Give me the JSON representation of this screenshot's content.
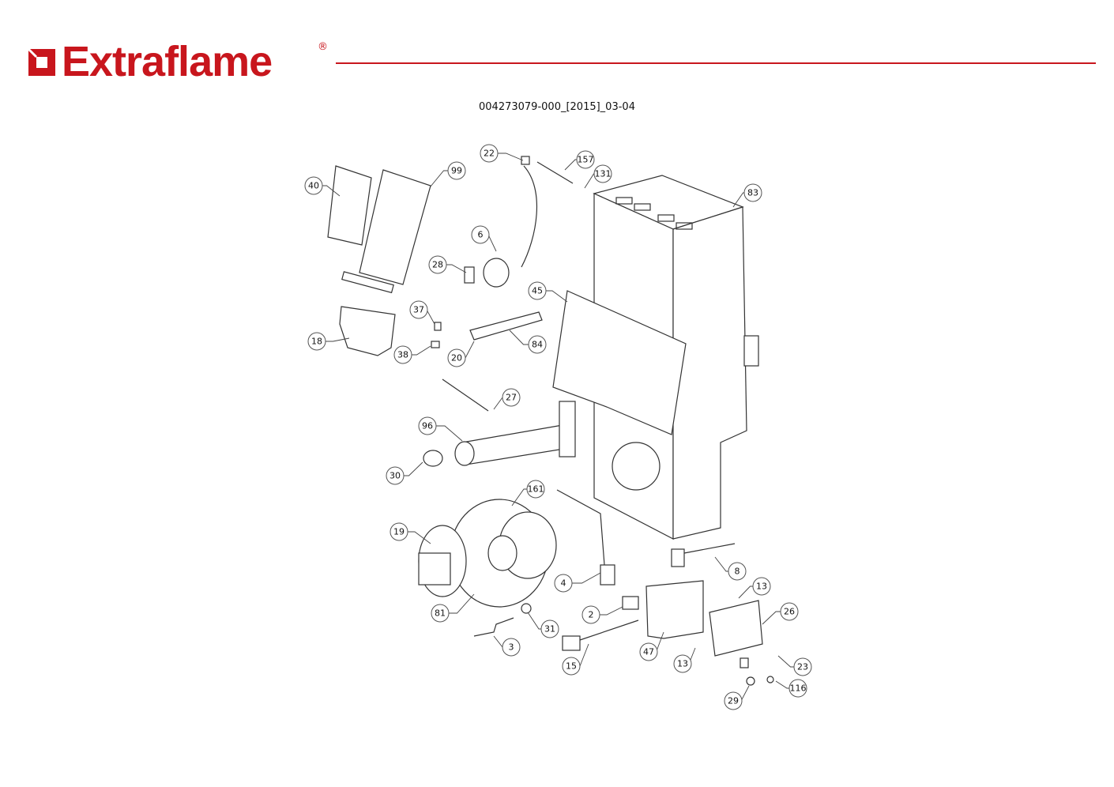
{
  "header": {
    "brand": "Extraflame",
    "registered_mark": "®",
    "brand_color": "#c8161d",
    "document_code": "004273079-000_[2015]_03-04"
  },
  "diagram": {
    "callouts": [
      "22",
      "157",
      "131",
      "99",
      "40",
      "83",
      "6",
      "28",
      "45",
      "37",
      "18",
      "84",
      "38",
      "20",
      "27",
      "96",
      "30",
      "161",
      "19",
      "8",
      "4",
      "13",
      "26",
      "2",
      "81",
      "31",
      "3",
      "47",
      "13",
      "15",
      "23",
      "116",
      "29"
    ]
  }
}
